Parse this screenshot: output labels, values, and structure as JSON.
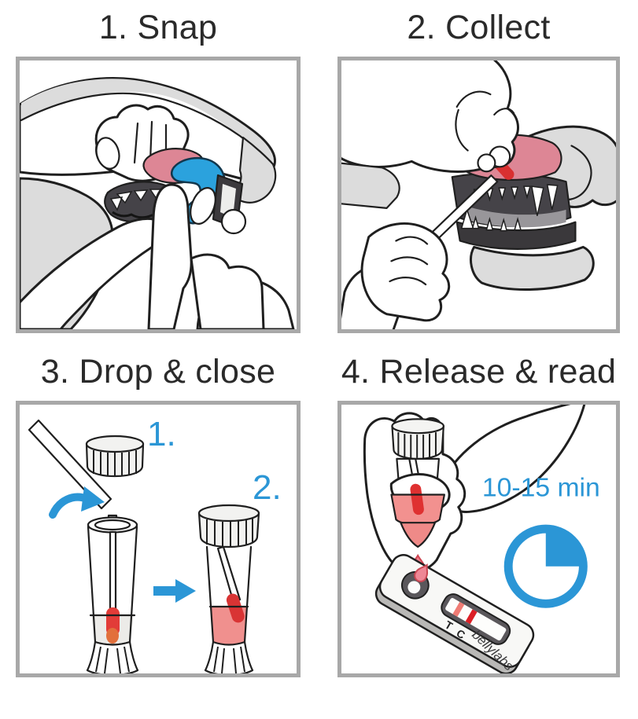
{
  "page": {
    "background": "#ffffff"
  },
  "colors": {
    "accent_blue": "#2b96d6",
    "panel_border": "#a8a8a8",
    "title_text": "#2a2a2a",
    "outline": "#1f1f1f",
    "dog_grey": "#dcdcdc",
    "mouth_dark": "#454348",
    "gum_pink": "#dd8695",
    "blood_red": "#df3131",
    "liquid_pink": "#f0908e",
    "test_line_red": "#ef7b74",
    "control_line_red": "#dc1f26"
  },
  "steps": [
    {
      "title": "1. Snap"
    },
    {
      "title": "2. Collect"
    },
    {
      "title": "3. Drop & close",
      "labels": {
        "first": "1.",
        "second": "2."
      }
    },
    {
      "title": "4. Release & read",
      "timer_label": "10-15 min",
      "cassette": {
        "test_label": "T",
        "control_label": "C",
        "brand": "bellylabs"
      }
    }
  ]
}
